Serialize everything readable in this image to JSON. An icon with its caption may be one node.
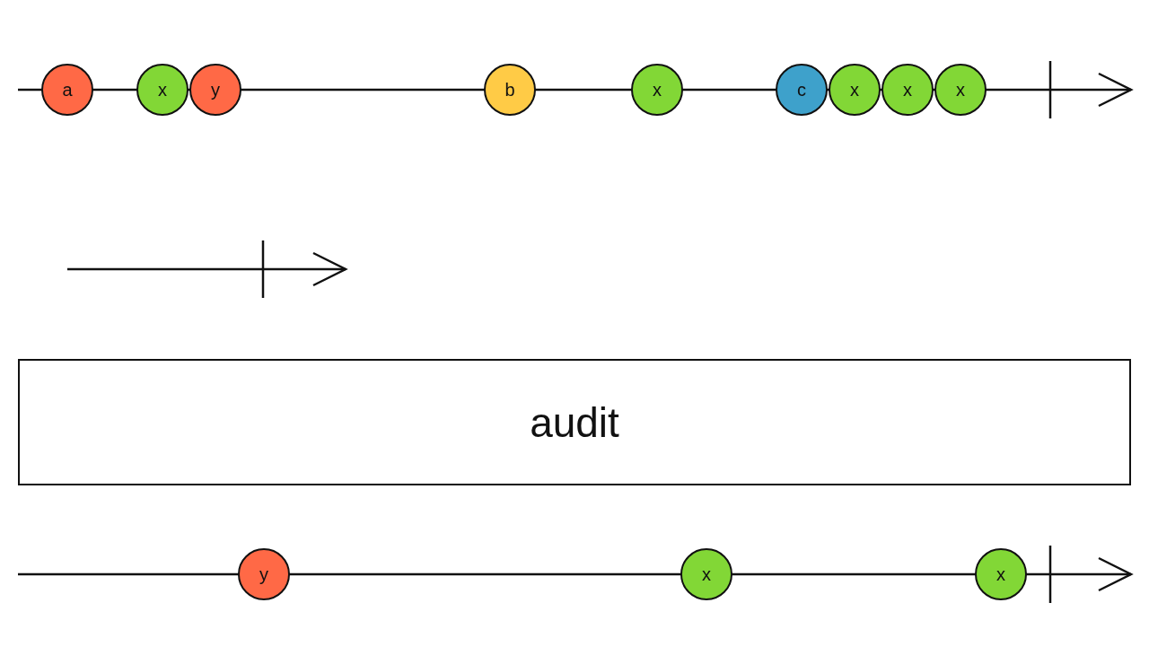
{
  "diagram": {
    "nodes": [
      {
        "text": [
          "a"
        ]
      },
      {
        "text": [
          "x"
        ]
      },
      {
        "text": [
          "y"
        ]
      },
      {
        "text": [
          "b"
        ]
      },
      {
        "text": [
          "x"
        ]
      },
      {
        "text": [
          "c"
        ]
      },
      {
        "text": [
          "x"
        ]
      },
      {
        "text": [
          "x"
        ]
      },
      {
        "text": [
          "x"
        ]
      },
      {
        "text": [
          "audit"
        ]
      },
      {
        "text": [
          "y"
        ]
      },
      {
        "text": [
          "x"
        ]
      },
      {
        "text": [
          "x"
        ]
      }
    ]
  }
}
